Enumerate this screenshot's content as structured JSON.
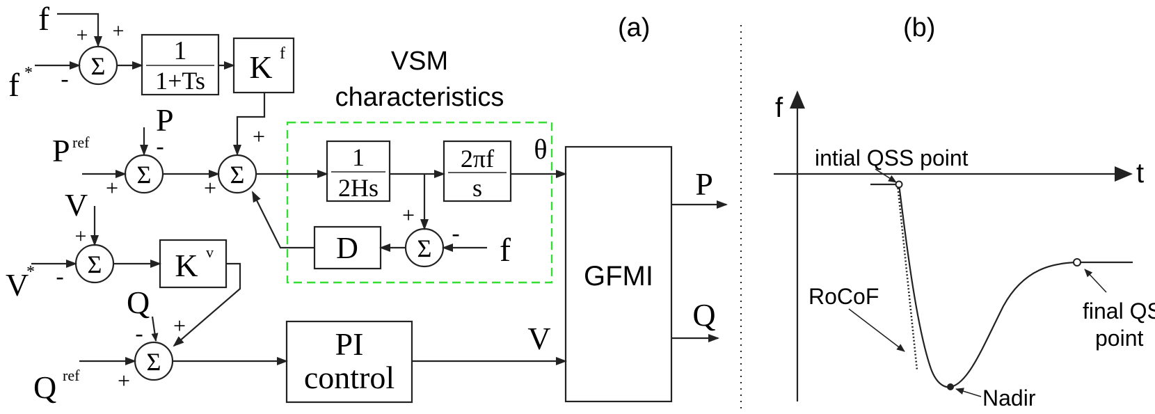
{
  "panel_a": {
    "label": "(a)",
    "vsm_title_line1": "VSM",
    "vsm_title_line2": "characteristics",
    "sum_symbol": "Σ",
    "plus": "+",
    "minus": "-",
    "signals": {
      "f": "f",
      "f_star_base": "f",
      "star": "*",
      "p": "P",
      "ref": "ref",
      "v": "V",
      "q": "Q",
      "theta": "θ"
    },
    "blocks": {
      "lowpass_num": "1",
      "lowpass_den": "1+Ts",
      "kf_base": "K",
      "kf_sup": "f",
      "kv_base": "K",
      "kv_sup": "v",
      "inertia_num": "1",
      "inertia_den": "2Hs",
      "integrator_num": "2πf",
      "integrator_den": "s",
      "damping": "D",
      "pi_line1": "PI",
      "pi_line2": "control",
      "gfmi": "GFMI"
    }
  },
  "panel_b": {
    "label": "(b)",
    "axis_f": "f",
    "axis_t": "t",
    "initial_qss": "intial QSS point",
    "rocof": "RoCoF",
    "final_qss_line1": "final QSS",
    "final_qss_line2": "point",
    "nadir": "Nadir"
  },
  "colors": {
    "ink": "#222222",
    "vsm_box": "#33dd33",
    "background": "#ffffff"
  }
}
